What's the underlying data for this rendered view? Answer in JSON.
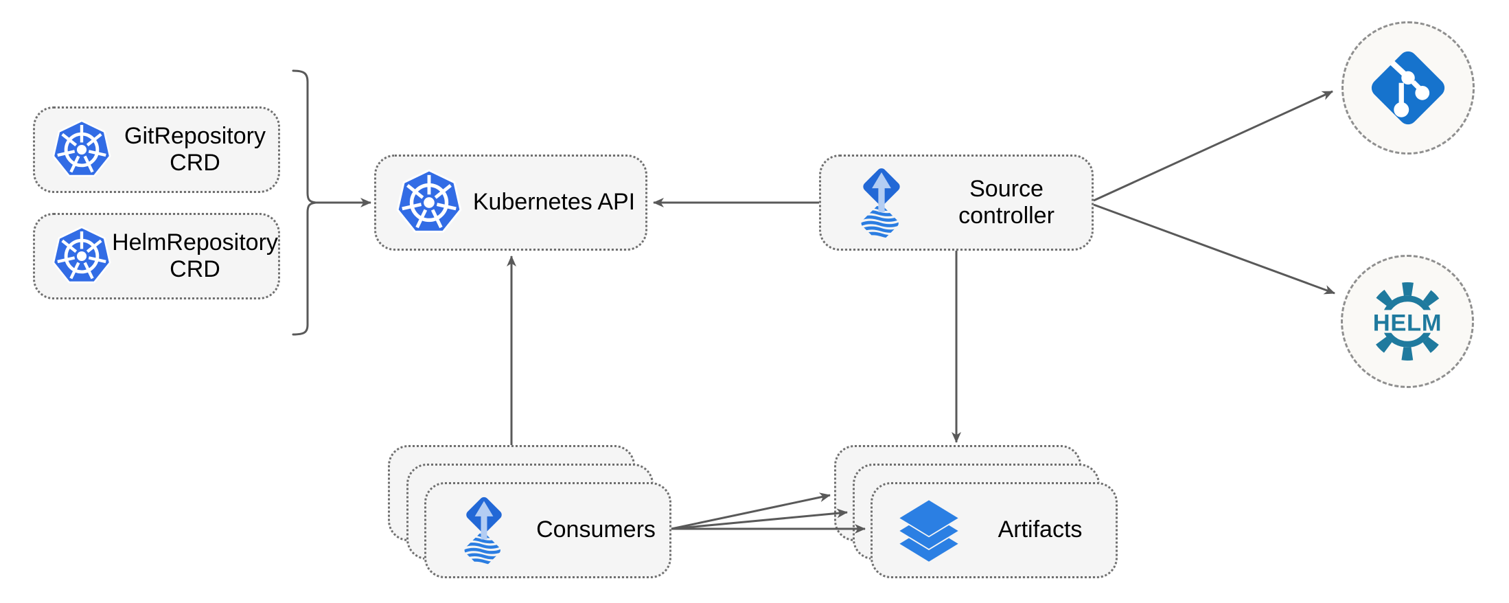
{
  "diagram": {
    "nodes": {
      "git_repository_crd": {
        "line1": "GitRepository",
        "line2": "CRD",
        "icon": "kubernetes-icon"
      },
      "helm_repository_crd": {
        "line1": "HelmRepository",
        "line2": "CRD",
        "icon": "kubernetes-icon"
      },
      "kubernetes_api": {
        "label": "Kubernetes API",
        "icon": "kubernetes-icon"
      },
      "source_controller": {
        "line1": "Source",
        "line2": "controller",
        "icon": "source-controller-icon"
      },
      "consumers": {
        "label": "Consumers",
        "icon": "source-controller-icon",
        "stack_count": 3
      },
      "artifacts": {
        "label": "Artifacts",
        "icon": "layers-icon",
        "stack_count": 3
      },
      "git_endpoint": {
        "icon": "git-icon"
      },
      "helm_endpoint": {
        "icon": "helm-icon",
        "logo_text": "HELM"
      }
    },
    "edges": [
      {
        "from": "git_repository_crd + helm_repository_crd",
        "to": "kubernetes_api",
        "style": "brace-arrow"
      },
      {
        "from": "source_controller",
        "to": "kubernetes_api"
      },
      {
        "from": "consumers",
        "to": "kubernetes_api"
      },
      {
        "from": "source_controller",
        "to": "artifacts"
      },
      {
        "from": "source_controller",
        "to": "git_endpoint"
      },
      {
        "from": "source_controller",
        "to": "helm_endpoint"
      },
      {
        "from": "consumers",
        "to": "artifacts",
        "count": 3
      }
    ],
    "colors": {
      "kubernetes_blue": "#326CE5",
      "flux_blue": "#2268D6",
      "flux_arrow_light_blue": "#B3CDF3",
      "wave_blue": "#2B7DE1",
      "git_blue": "#1673CD",
      "layers_blue": "#2B7FE3",
      "helm_teal": "#1F7A9E",
      "node_fill": "#F5F5F5",
      "endpoint_fill": "#FAF9F6",
      "edge_gray": "#595959"
    }
  }
}
